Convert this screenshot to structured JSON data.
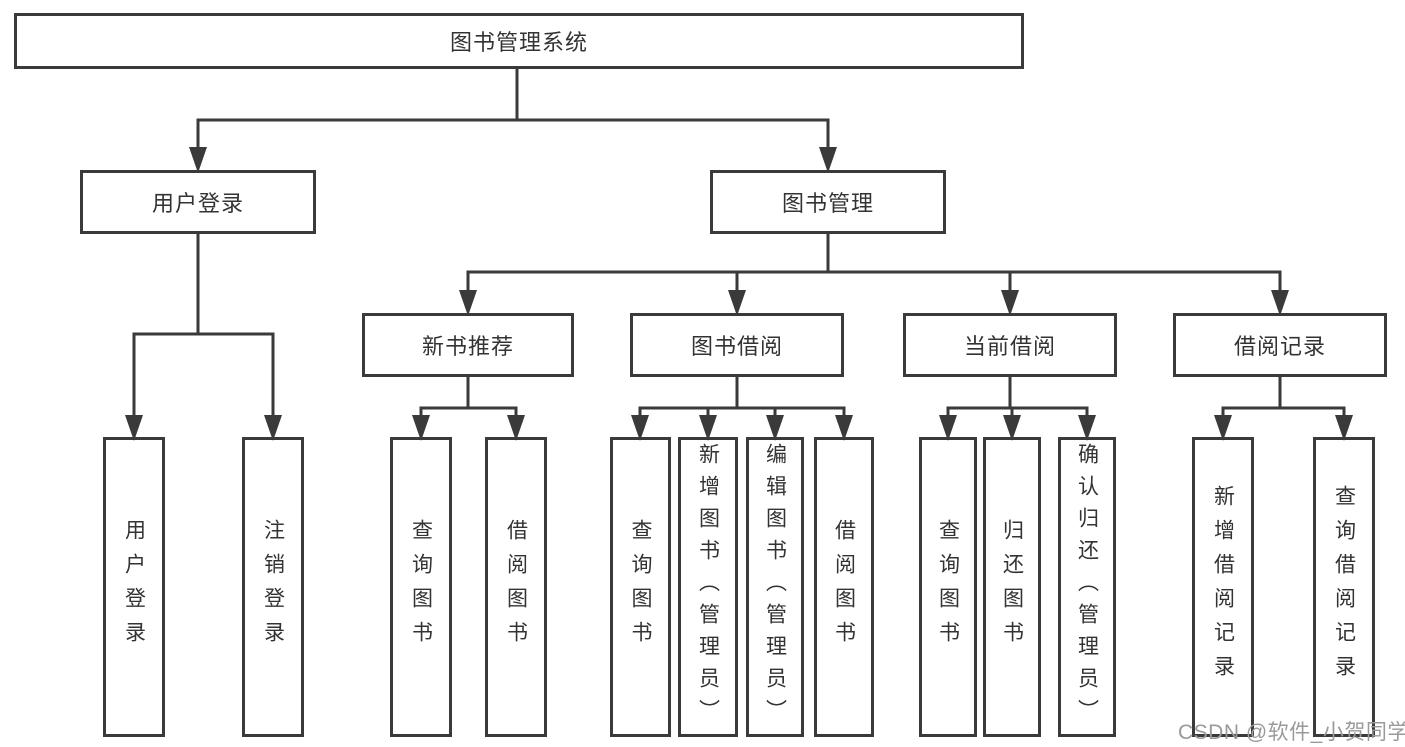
{
  "diagram": {
    "title": "图书管理系统",
    "colors": {
      "line": "#3a3a3a",
      "box_border": "#3a3a3a",
      "box_fill": "#ffffff",
      "text": "#333333",
      "watermark": "#9a9a9a"
    }
  },
  "nodes": {
    "root": {
      "label": "图书管理系统"
    },
    "level2": {
      "user_login": {
        "label": "用户登录"
      },
      "book_mgmt": {
        "label": "图书管理"
      }
    },
    "level3": {
      "new_book_rec": {
        "label": "新书推荐"
      },
      "book_borrow": {
        "label": "图书借阅"
      },
      "current_borrow": {
        "label": "当前借阅"
      },
      "borrow_record": {
        "label": "借阅记录"
      }
    },
    "leaves": {
      "user_login_leaf": {
        "label": "用户登录"
      },
      "logout_leaf": {
        "label": "注销登录"
      },
      "rec_query_book": {
        "label": "查询图书"
      },
      "rec_borrow_book": {
        "label": "借阅图书"
      },
      "bb_query_book": {
        "label": "查询图书"
      },
      "bb_add_book": {
        "label": "新增图书（管理员）"
      },
      "bb_edit_book": {
        "label": "编辑图书（管理员）"
      },
      "bb_borrow_book": {
        "label": "借阅图书"
      },
      "cb_query_book": {
        "label": "查询图书"
      },
      "cb_return_book": {
        "label": "归还图书"
      },
      "cb_confirm_return": {
        "label": "确认归还（管理员）"
      },
      "br_add_record": {
        "label": "新增借阅记录"
      },
      "br_query_record": {
        "label": "查询借阅记录"
      }
    }
  },
  "watermark": {
    "text": "CSDN @软件_小贺同学"
  }
}
